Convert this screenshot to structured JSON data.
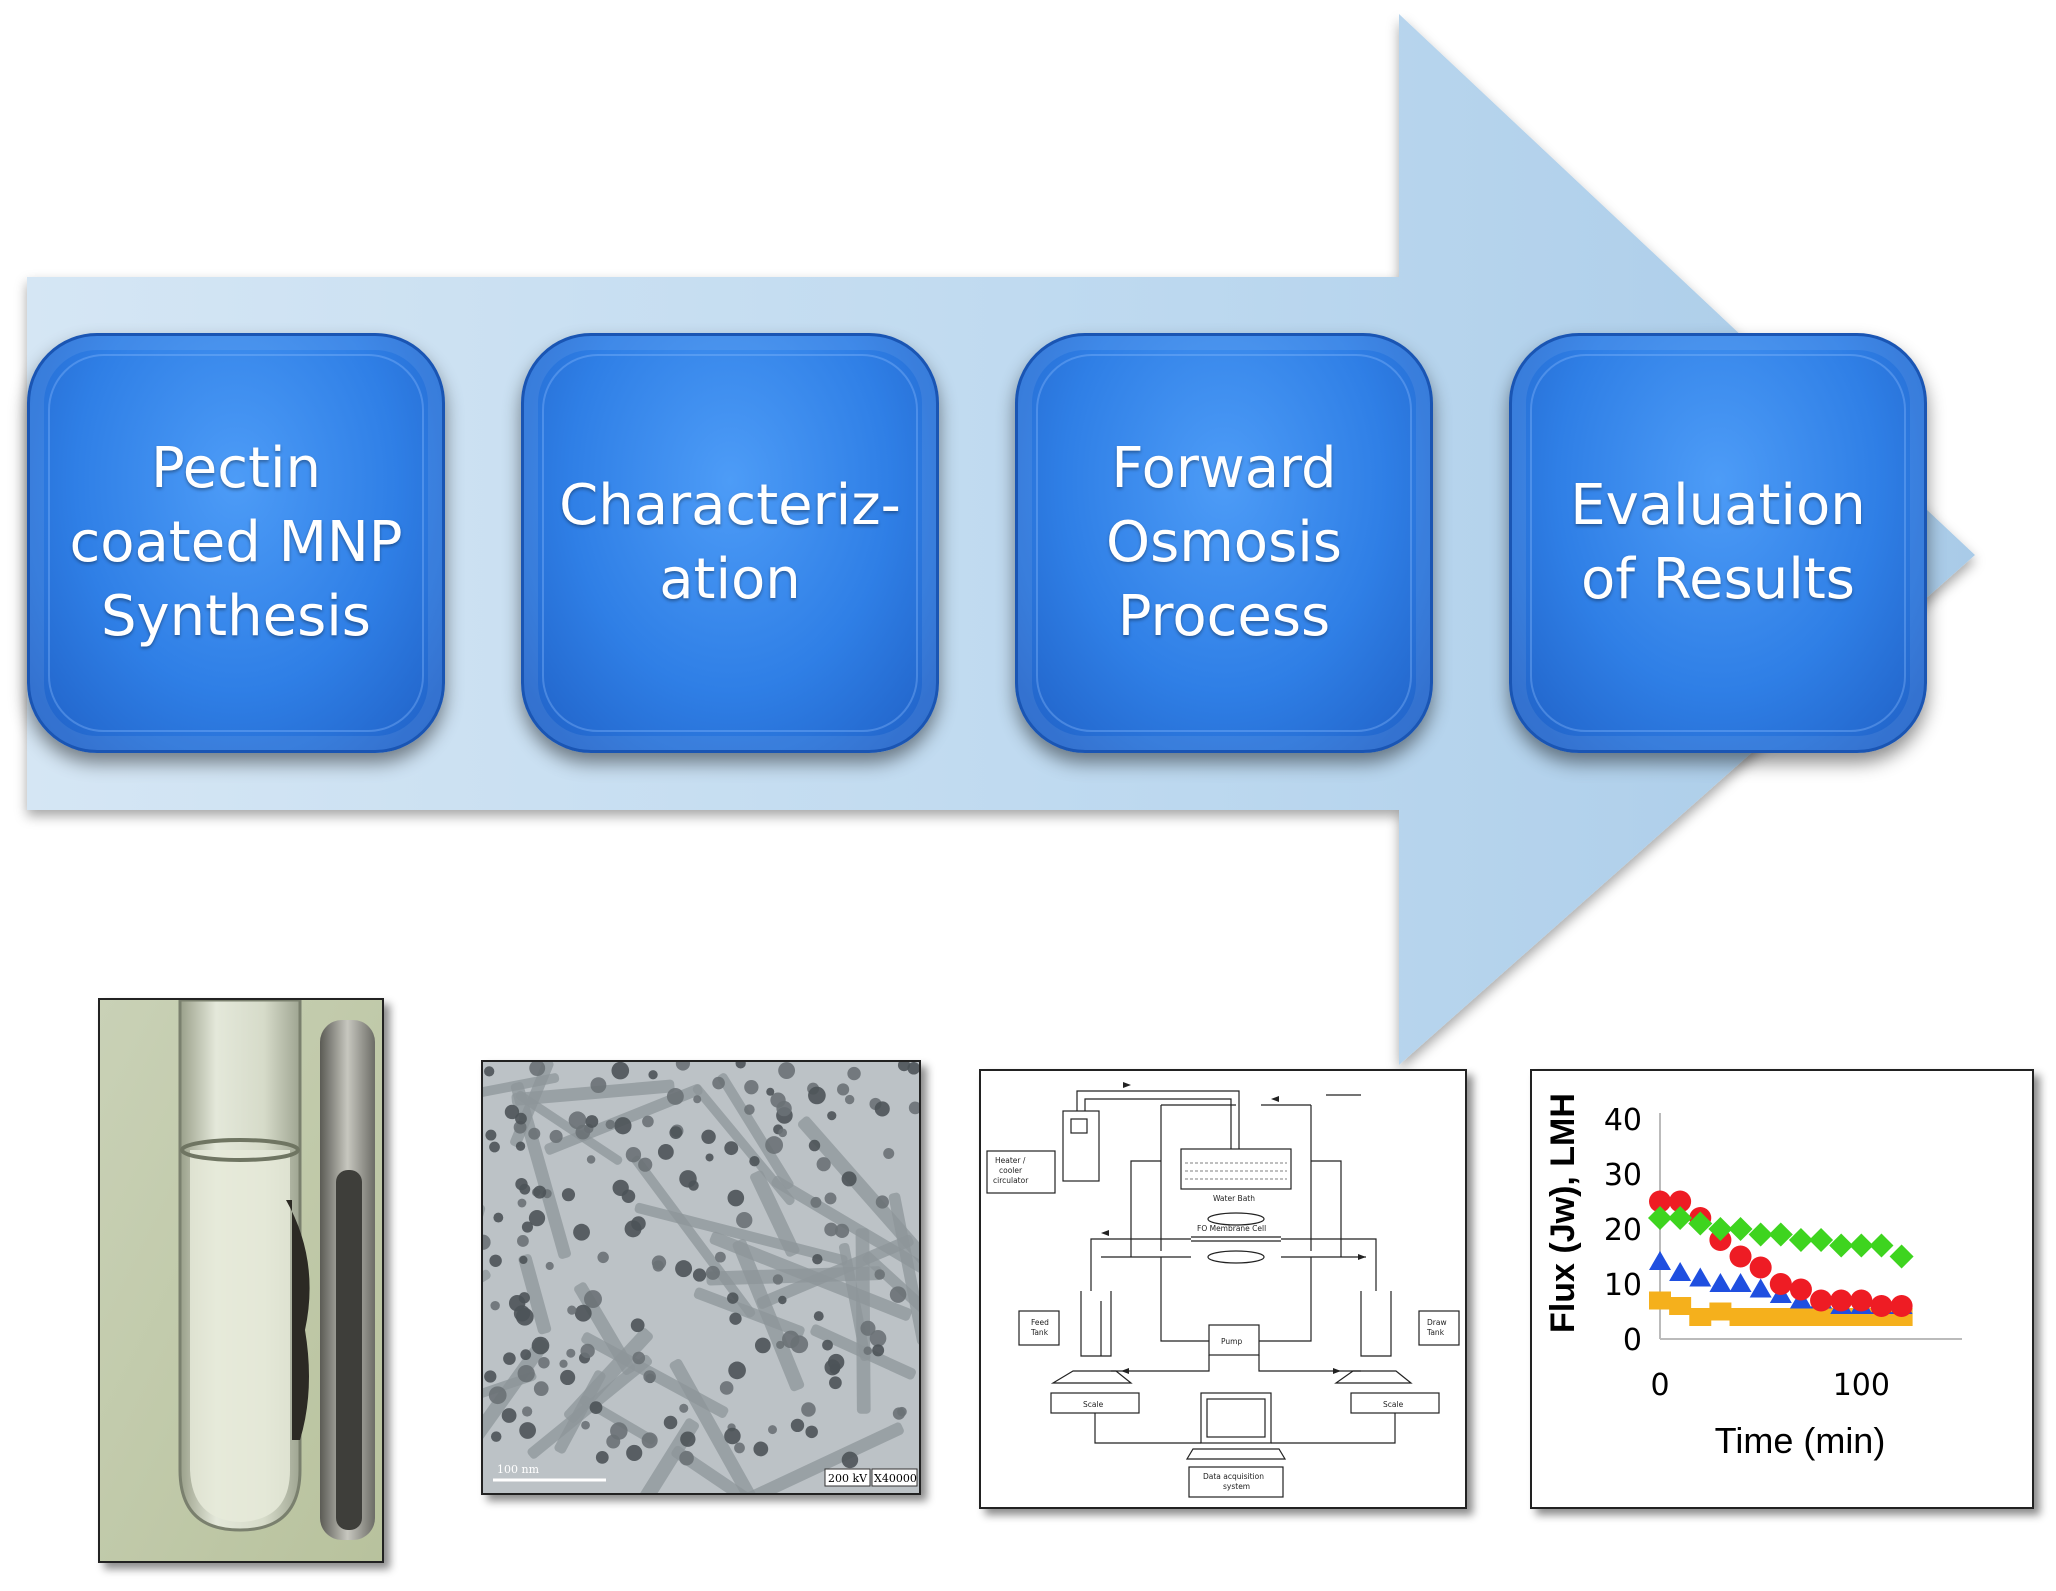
{
  "steps": [
    {
      "label": "Pectin\ncoated MNP\nSynthesis"
    },
    {
      "label": "Characteriz-\nation"
    },
    {
      "label": "Forward\nOsmosis\nProcess"
    },
    {
      "label": "Evaluation\nof Results"
    }
  ],
  "colors": {
    "arrow_fill": "#b9d6ee",
    "box_fill": "#2f7fe6",
    "series_red": "#ee1c24",
    "series_green": "#3ed41f",
    "series_blue": "#1f4fe0",
    "series_orange": "#f5b01c"
  },
  "tem": {
    "scale_label": "100 nm",
    "voltage": "200 kV",
    "magnification": "X40000"
  },
  "schematic": {
    "heater": "Heater /\ncooler\ncirculator",
    "water_bath": "Water Bath",
    "membrane_cell": "FO Membrane Cell",
    "feed_tank": "Feed\nTank",
    "draw_tank": "Draw\nTank",
    "pump": "Pump",
    "scale_left": "Scale",
    "scale_right": "Scale",
    "daq": "Data acquisition\nsystem"
  },
  "chart_data": {
    "type": "scatter",
    "xlabel": "Time (min)",
    "ylabel": "Flux (Jw), LMH",
    "xlim": [
      0,
      150
    ],
    "ylim": [
      0,
      40
    ],
    "xticks": [
      "0",
      "100"
    ],
    "yticks": [
      "0",
      "10",
      "20",
      "30",
      "40"
    ],
    "grid": false,
    "series": [
      {
        "marker": "circle",
        "color": "red",
        "points": [
          [
            0,
            25
          ],
          [
            10,
            25
          ],
          [
            20,
            22
          ],
          [
            30,
            18
          ],
          [
            40,
            15
          ],
          [
            50,
            13
          ],
          [
            60,
            10
          ],
          [
            70,
            9
          ],
          [
            80,
            7
          ],
          [
            90,
            7
          ],
          [
            100,
            7
          ],
          [
            110,
            6
          ],
          [
            120,
            6
          ]
        ]
      },
      {
        "marker": "diamond",
        "color": "green",
        "points": [
          [
            0,
            22
          ],
          [
            10,
            22
          ],
          [
            20,
            21
          ],
          [
            30,
            20
          ],
          [
            40,
            20
          ],
          [
            50,
            19
          ],
          [
            60,
            19
          ],
          [
            70,
            18
          ],
          [
            80,
            18
          ],
          [
            90,
            17
          ],
          [
            100,
            17
          ],
          [
            110,
            17
          ],
          [
            120,
            15
          ]
        ]
      },
      {
        "marker": "triangle",
        "color": "blue",
        "points": [
          [
            0,
            14
          ],
          [
            10,
            12
          ],
          [
            20,
            11
          ],
          [
            30,
            10
          ],
          [
            40,
            10
          ],
          [
            50,
            9
          ],
          [
            60,
            8
          ],
          [
            70,
            7
          ],
          [
            80,
            7
          ],
          [
            90,
            6
          ],
          [
            100,
            6
          ],
          [
            110,
            6
          ],
          [
            120,
            6
          ]
        ]
      },
      {
        "marker": "square",
        "color": "orange",
        "points": [
          [
            0,
            7
          ],
          [
            10,
            6
          ],
          [
            20,
            4
          ],
          [
            30,
            5
          ],
          [
            40,
            4
          ],
          [
            50,
            4
          ],
          [
            60,
            4
          ],
          [
            70,
            4
          ],
          [
            80,
            4
          ],
          [
            90,
            4
          ],
          [
            100,
            4
          ],
          [
            110,
            4
          ],
          [
            120,
            4
          ]
        ]
      }
    ]
  }
}
